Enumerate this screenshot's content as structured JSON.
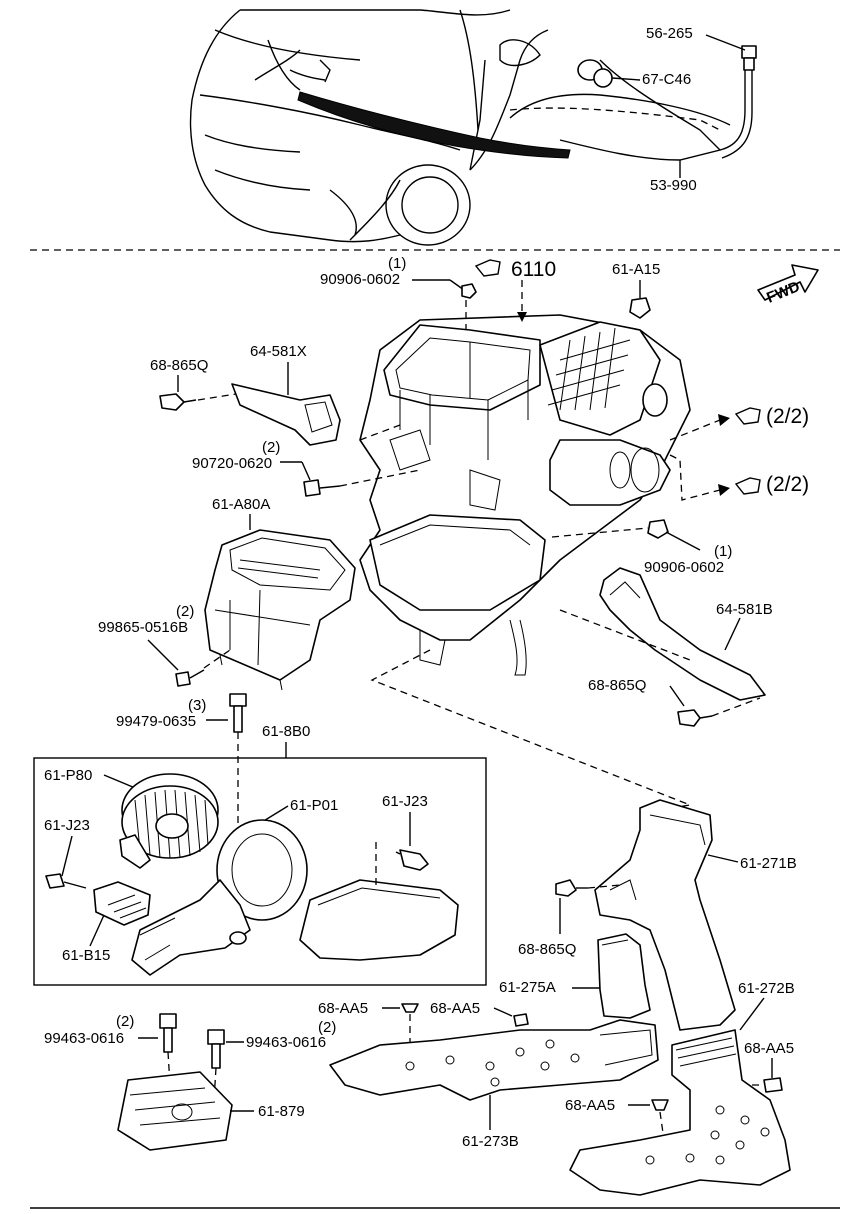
{
  "orientation": "FWD",
  "box_label": "61-8B0",
  "labels": {
    "p56_265": "56-265",
    "p67_C46": "67-C46",
    "p53_990": "53-990",
    "q1_a": "(1)",
    "p90906_0602_a": "90906-0602",
    "p6110": "6110",
    "p61_A15": "61-A15",
    "p68_865Q_a": "68-865Q",
    "p64_581X": "64-581X",
    "ref_2_2_a": "(2/2)",
    "q2_a": "(2)",
    "p90720_0620": "90720-0620",
    "ref_2_2_b": "(2/2)",
    "p61_A80A": "61-A80A",
    "q1_b": "(1)",
    "p90906_0602_b": "90906-0602",
    "q2_b": "(2)",
    "p99865_0516B": "99865-0516B",
    "p64_581B": "64-581B",
    "p68_865Q_b": "68-865Q",
    "q3": "(3)",
    "p99479_0635": "99479-0635",
    "p61_P80": "61-P80",
    "p61_P01": "61-P01",
    "p61_J23_a": "61-J23",
    "p61_J23_b": "61-J23",
    "p61_B15": "61-B15",
    "p61_271B": "61-271B",
    "p68_865Q_c": "68-865Q",
    "p68_AA5_a": "68-AA5",
    "p68_AA5_b": "68-AA5",
    "p61_275A": "61-275A",
    "p61_272B": "61-272B",
    "q2_c": "(2)",
    "p99463_0616_a": "99463-0616",
    "p99463_0616_b": "99463-0616",
    "q2_d": "(2)",
    "p68_AA5_c": "68-AA5",
    "p61_879": "61-879",
    "p68_AA5_d": "68-AA5",
    "p61_273B": "61-273B"
  }
}
